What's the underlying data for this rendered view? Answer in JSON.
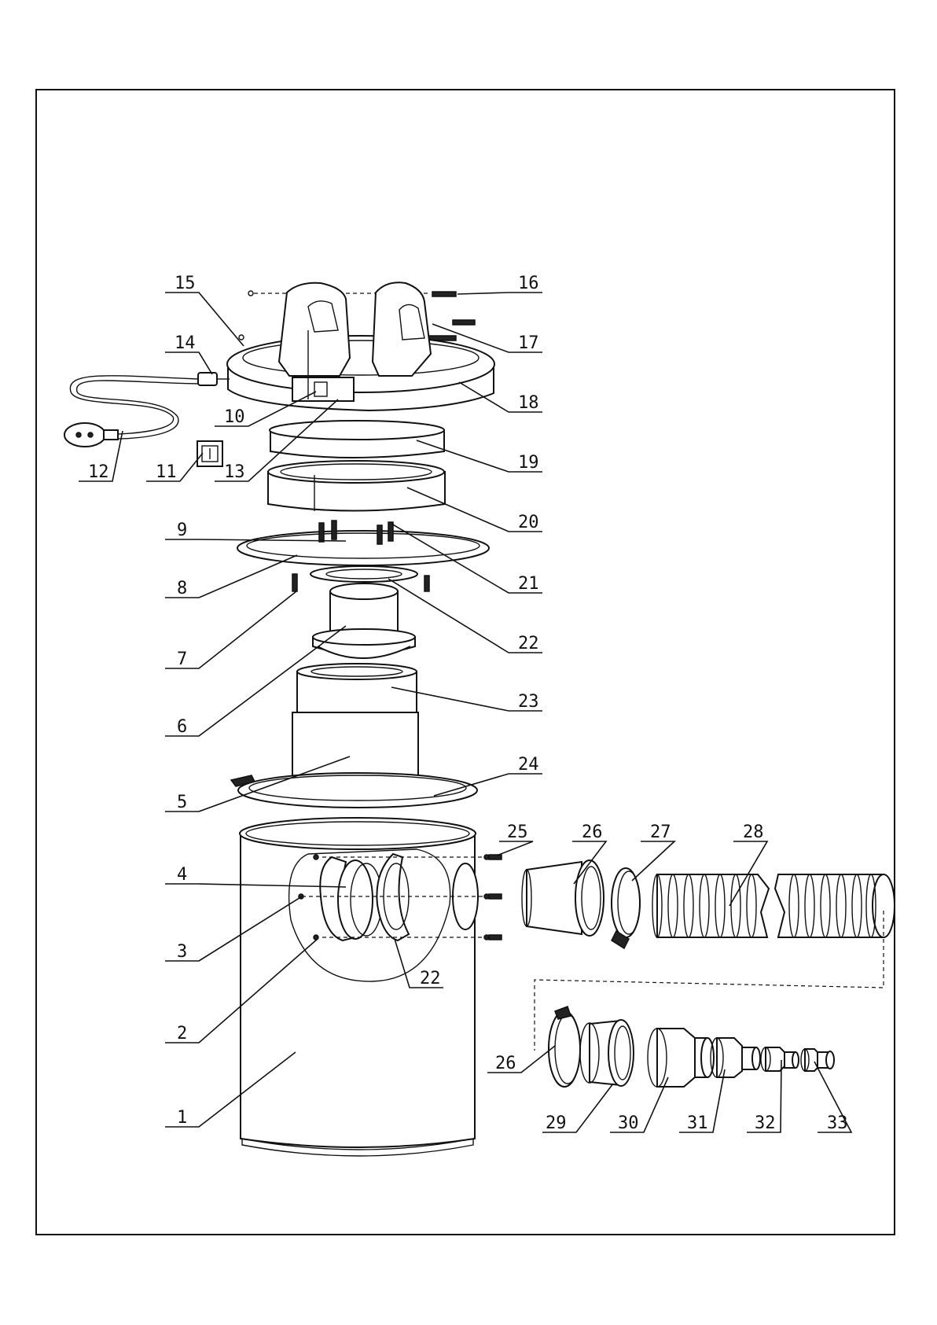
{
  "figure": {
    "callouts": [
      {
        "label": "1"
      },
      {
        "label": "2"
      },
      {
        "label": "3"
      },
      {
        "label": "4"
      },
      {
        "label": "5"
      },
      {
        "label": "6"
      },
      {
        "label": "7"
      },
      {
        "label": "8"
      },
      {
        "label": "9"
      },
      {
        "label": "10"
      },
      {
        "label": "11"
      },
      {
        "label": "12"
      },
      {
        "label": "13"
      },
      {
        "label": "14"
      },
      {
        "label": "15"
      },
      {
        "label": "16"
      },
      {
        "label": "17"
      },
      {
        "label": "18"
      },
      {
        "label": "19"
      },
      {
        "label": "20"
      },
      {
        "label": "21"
      },
      {
        "label": "22"
      },
      {
        "label": "22"
      },
      {
        "label": "23"
      },
      {
        "label": "24"
      },
      {
        "label": "25"
      },
      {
        "label": "26"
      },
      {
        "label": "26"
      },
      {
        "label": "27"
      },
      {
        "label": "28"
      },
      {
        "label": "29"
      },
      {
        "label": "30"
      },
      {
        "label": "31"
      },
      {
        "label": "32"
      },
      {
        "label": "33"
      }
    ]
  }
}
